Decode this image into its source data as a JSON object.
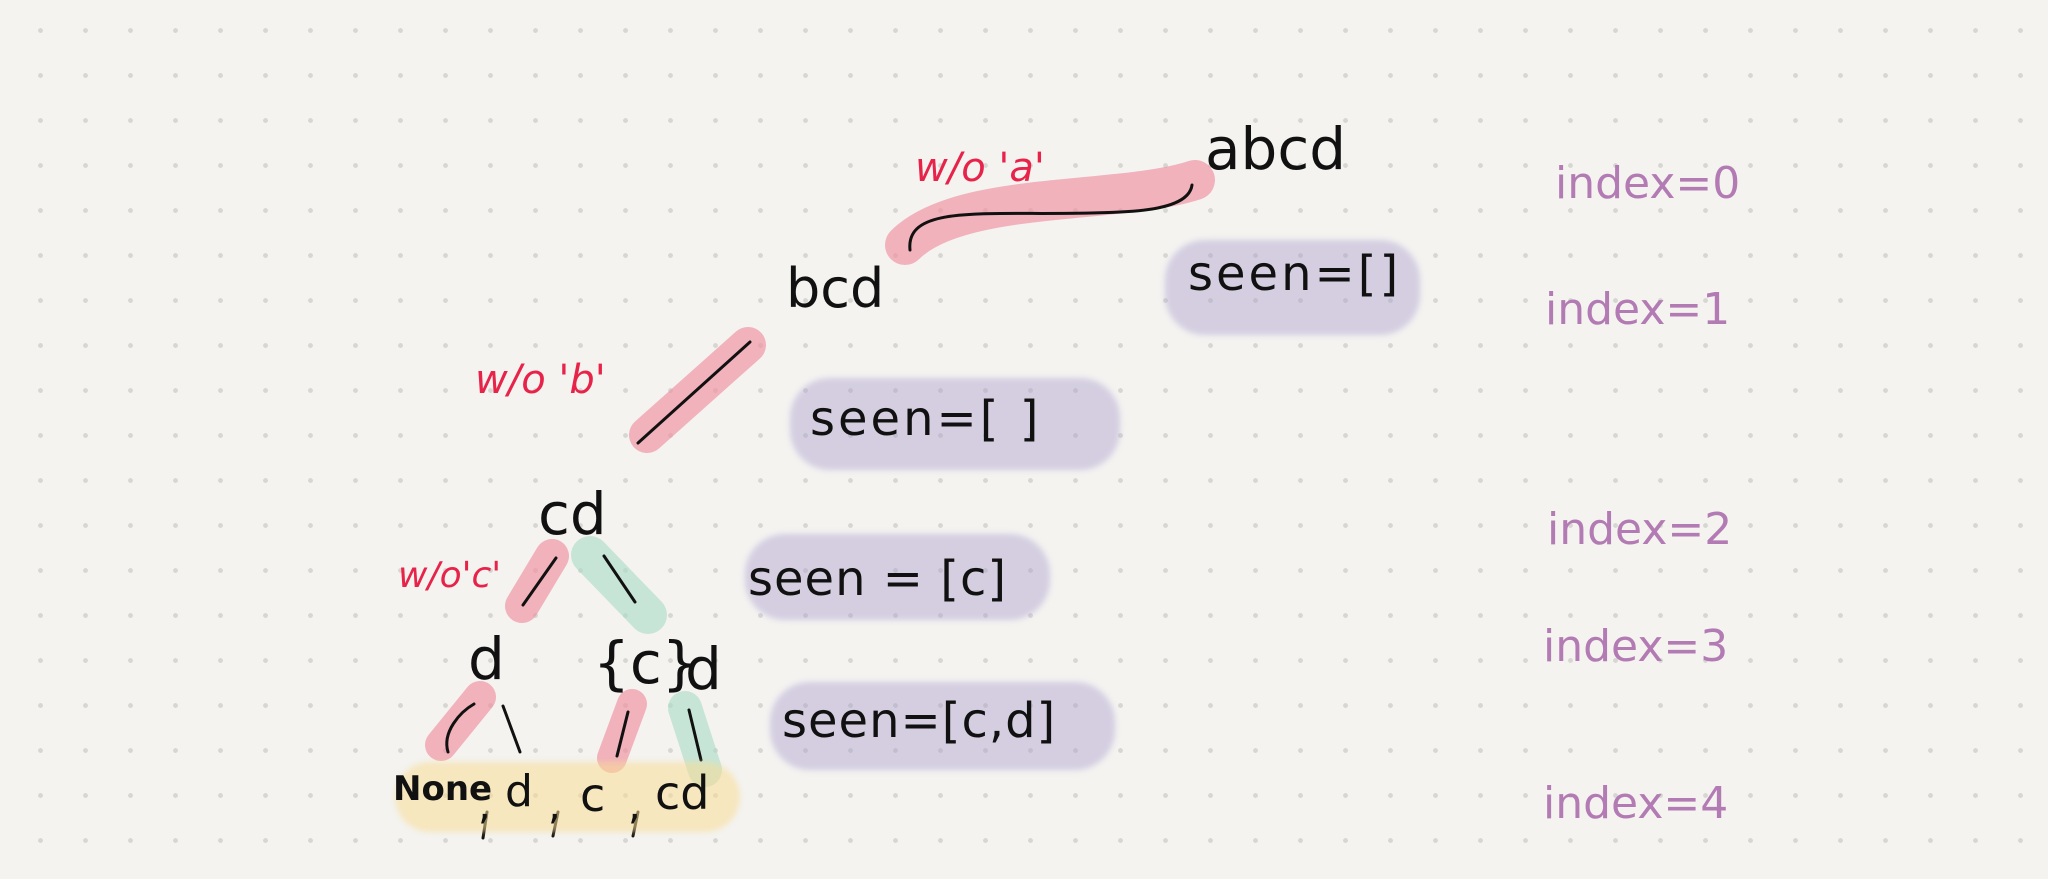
{
  "tree": {
    "nodes": {
      "root": "abcd",
      "level1": "bcd",
      "level2": "cd",
      "level3_left": "d",
      "level3_mid": "{c}",
      "level3_right": "d"
    },
    "edge_labels": {
      "without_a": "w/o 'a'",
      "without_b": "w/o 'b'",
      "without_c": "w/o'c'"
    },
    "leaves": {
      "none": "None",
      "sep1": ",",
      "d": "d",
      "sep2": ",",
      "c": "c",
      "sep3": ",",
      "cd": "cd"
    }
  },
  "seen_states": {
    "s0": "seen=[]",
    "s1": "seen=[ ]",
    "s2": "seen = [c]",
    "s3": "seen=[c,d]"
  },
  "indices": {
    "i0": "index=0",
    "i1": "index=1",
    "i2": "index=2",
    "i3": "index=3",
    "i4": "index=4"
  },
  "colors": {
    "edge_without": "#ef8f9e",
    "edge_with": "#a8dcc4",
    "seen_highlight": "#b1a5cf",
    "leaf_highlight": "#f6dca0",
    "label_red": "#e8234a",
    "index_purple": "#b37bb3"
  }
}
